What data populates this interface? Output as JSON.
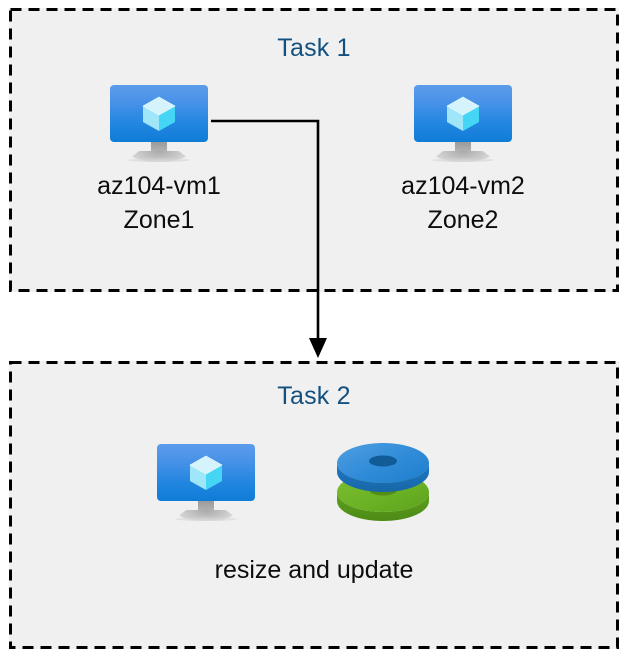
{
  "diagram": {
    "title_text_color": "#12507f",
    "box_fill": "#f0f0f0",
    "border_color": "#000000",
    "accent_blue": "#1f88e0",
    "accent_green": "#6ab023",
    "groups": [
      {
        "id": "task1",
        "label": "Task 1",
        "nodes": [
          {
            "id": "vm1",
            "icon": "virtual-machine-icon",
            "caption_line1": "az104-vm1",
            "caption_line2": "Zone1"
          },
          {
            "id": "vm2",
            "icon": "virtual-machine-icon",
            "caption_line1": "az104-vm2",
            "caption_line2": "Zone2"
          }
        ]
      },
      {
        "id": "task2",
        "label": "Task 2",
        "nodes": [
          {
            "id": "vm3",
            "icon": "virtual-machine-icon",
            "caption_line1": "",
            "caption_line2": ""
          },
          {
            "id": "disks",
            "icon": "managed-disks-icon",
            "caption_line1": "",
            "caption_line2": ""
          }
        ],
        "caption": "resize and update"
      }
    ],
    "connector": {
      "name": "vm1-to-task2-arrow",
      "from": "vm1",
      "to": "task2",
      "style": "elbow",
      "arrowhead": "solid-triangle",
      "color": "#000000"
    }
  }
}
